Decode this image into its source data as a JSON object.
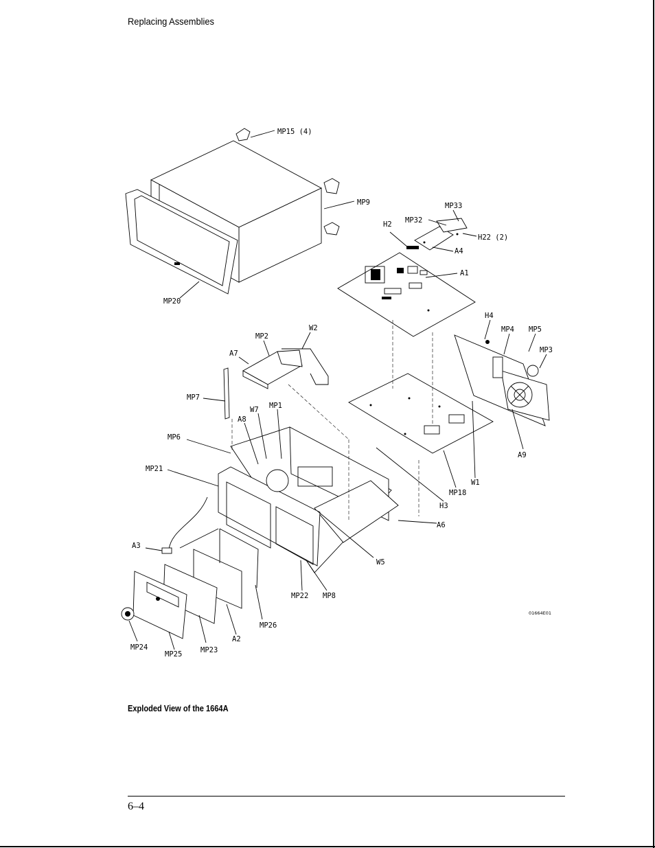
{
  "header": {
    "running_head": "Replacing Assemblies"
  },
  "figure": {
    "caption": "Exploded View of the 1664A",
    "figure_id": "01664E01",
    "labels": {
      "mp15": "MP15 (4)",
      "mp9": "MP9",
      "mp33": "MP33",
      "mp32": "MP32",
      "h2": "H2",
      "h22": "H22 (2)",
      "a4": "A4",
      "a1": "A1",
      "mp20": "MP20",
      "w2": "W2",
      "mp2": "MP2",
      "a7": "A7",
      "h4": "H4",
      "mp4": "MP4",
      "mp5": "MP5",
      "mp3": "MP3",
      "mp7": "MP7",
      "w7": "W7",
      "mp1": "MP1",
      "a8": "A8",
      "mp6": "MP6",
      "mp21": "MP21",
      "a9": "A9",
      "w1": "W1",
      "mp18": "MP18",
      "h3": "H3",
      "a6": "A6",
      "a3": "A3",
      "w5": "W5",
      "mp22": "MP22",
      "mp8": "MP8",
      "mp26": "MP26",
      "a2": "A2",
      "mp24": "MP24",
      "mp25": "MP25",
      "mp23": "MP23"
    }
  },
  "footer": {
    "page_number": "6–4"
  }
}
